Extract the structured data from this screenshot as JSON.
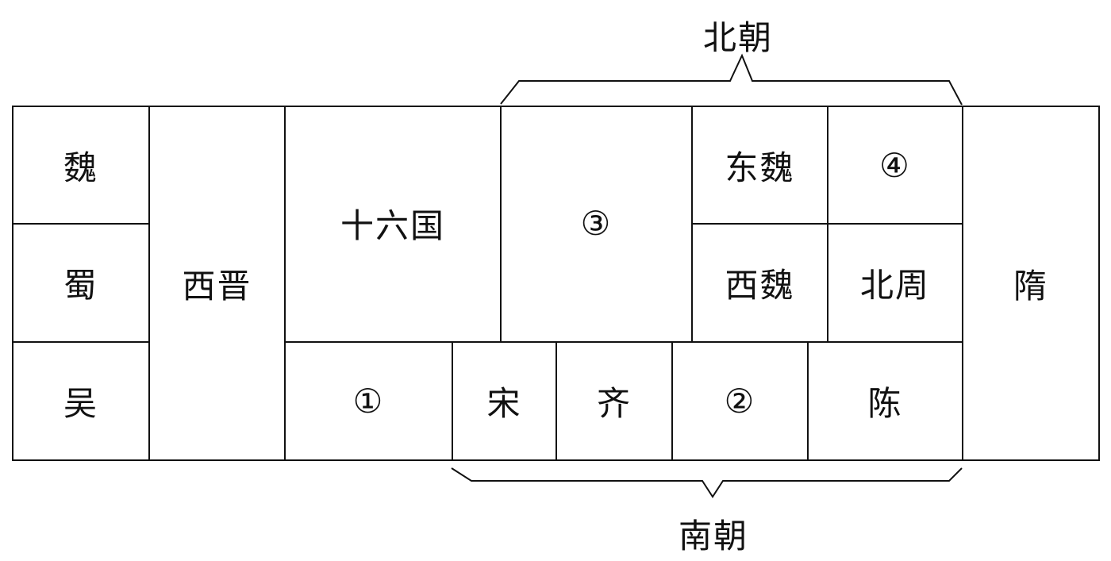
{
  "cells": {
    "wei": "魏",
    "shu": "蜀",
    "wu": "吴",
    "xijin": "西晋",
    "sixteen_kingdoms": "十六国",
    "blank_3": "③",
    "dongwei": "东魏",
    "blank_4": "④",
    "xiwei": "西魏",
    "beizhou": "北周",
    "sui": "隋",
    "blank_1": "①",
    "song": "宋",
    "qi": "齐",
    "blank_2": "②",
    "chen": "陈"
  },
  "braces": {
    "north": "北朝",
    "south": "南朝"
  }
}
